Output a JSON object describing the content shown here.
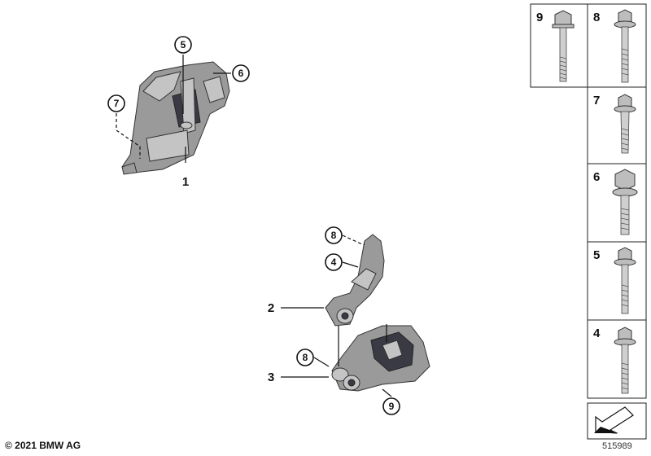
{
  "callouts": {
    "c5_top": "5",
    "c6_top": "6",
    "c7_top": "7",
    "c8_mid": "8",
    "c4_mid": "4",
    "c8_low": "8",
    "c9_low": "9"
  },
  "labels": {
    "part_1": "1",
    "part_2": "2",
    "part_3": "3"
  },
  "parts_panel": {
    "cells": [
      {
        "label": "9"
      },
      {
        "label": "8"
      },
      {
        "label": "7"
      },
      {
        "label": "6"
      },
      {
        "label": "5"
      },
      {
        "label": "4"
      }
    ]
  },
  "footer": {
    "copyright": "© 2021 BMW AG",
    "diagram_code": "515989"
  }
}
